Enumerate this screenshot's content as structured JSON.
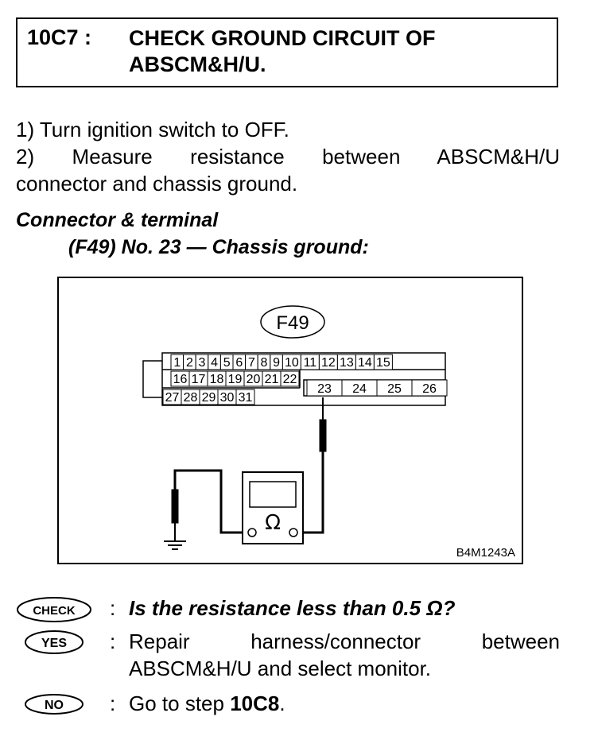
{
  "header": {
    "step_id": "10C7 :",
    "title_line1": "CHECK GROUND CIRCUIT OF",
    "title_line2": "ABSCM&H/U."
  },
  "instructions": {
    "step1": "1)  Turn ignition switch to OFF.",
    "step2_line1": "2)  Measure  resistance  between  ABSCM&H/U",
    "step2_line2": "connector and chassis ground."
  },
  "connector_terminal": {
    "heading": "Connector & terminal",
    "detail": "(F49) No. 23 — Chassis ground:"
  },
  "diagram": {
    "connector_label": "F49",
    "row1": [
      "1",
      "2",
      "3",
      "4",
      "5",
      "6",
      "7",
      "8",
      "9",
      "10",
      "11",
      "12",
      "13",
      "14",
      "15"
    ],
    "row2": [
      "16",
      "17",
      "18",
      "19",
      "20",
      "21",
      "22"
    ],
    "row3": [
      "27",
      "28",
      "29",
      "30",
      "31"
    ],
    "right_row": [
      "23",
      "24",
      "25",
      "26"
    ],
    "meter_symbol": "Ω",
    "figure_code": "B4M1243A"
  },
  "check": {
    "badge": "CHECK",
    "colon": ":",
    "question": "Is the resistance less than 0.5 Ω?"
  },
  "yes": {
    "badge": "YES",
    "colon": ":",
    "line1": "Repair  harness/connector  between",
    "line2": "ABSCM&H/U and select monitor."
  },
  "no": {
    "badge": "NO",
    "colon": ":",
    "text_prefix": "Go to step ",
    "text_step": "10C8",
    "text_suffix": "."
  }
}
